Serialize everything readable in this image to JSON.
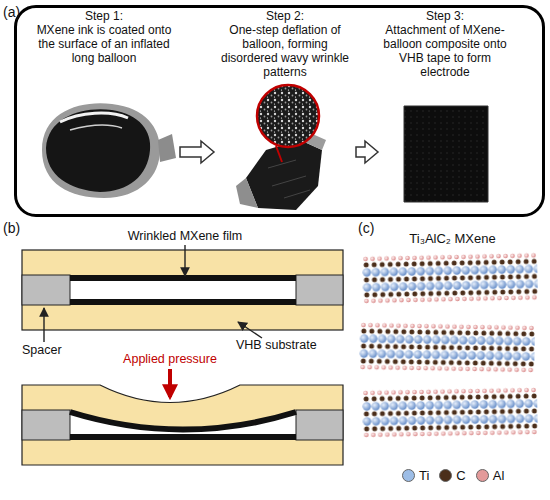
{
  "diagram": {
    "nodes": [
      {
        "text": [
          "(a)"
        ]
      },
      {
        "text": [
          "Step 1:",
          "MXene ink is coated onto the surface of an inflated long balloon"
        ],
        "in": 0
      },
      {
        "text": [
          "Step 2:",
          "One-step deflation of balloon, forming disordered wavy wrinkle patterns"
        ],
        "in": 0
      },
      {
        "text": [
          "Step 3:",
          "Attachment of MXene-balloon composite onto VHB tape to form electrode"
        ],
        "in": 0
      }
    ],
    "edges": [
      {
        "from": 1,
        "to": 2,
        "arrow": "to"
      },
      {
        "from": 2,
        "to": 3,
        "arrow": "to"
      }
    ],
    "labels": [
      "(b)",
      "Wrinkled MXene film",
      "Spacer",
      "VHB substrate",
      "Applied pressure",
      "(c)",
      "Ti₃AlC₂ MXene"
    ],
    "legend": [
      {
        "text": "Ti",
        "color": "#9dbde6"
      },
      {
        "text": "C",
        "color": "#4b2e1a"
      },
      {
        "text": "Al",
        "color": "#e39a9a"
      }
    ]
  }
}
